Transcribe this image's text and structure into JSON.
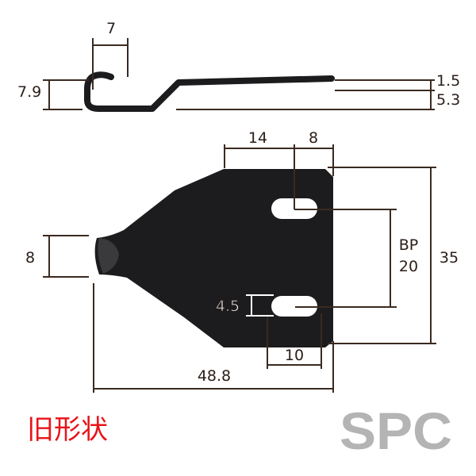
{
  "profile_view": {
    "width_label": "7",
    "height_label": "7.9",
    "thickness_label": "1.5",
    "offset_label": "5.3"
  },
  "plate_view": {
    "top_left_label": "14",
    "top_right_label": "8",
    "bp_label": "BP",
    "bp_value": "20",
    "height_label": "35",
    "tab_label": "8",
    "slot_width_label": "4.5",
    "slot_offset_label": "10",
    "total_width_label": "48.8"
  },
  "caption": "旧形状",
  "logo": "SPC",
  "colors": {
    "caption": "#e8141a",
    "logo": "#b4b4b4",
    "part": "#1c1c1e",
    "dimension": "#3a2a20"
  }
}
